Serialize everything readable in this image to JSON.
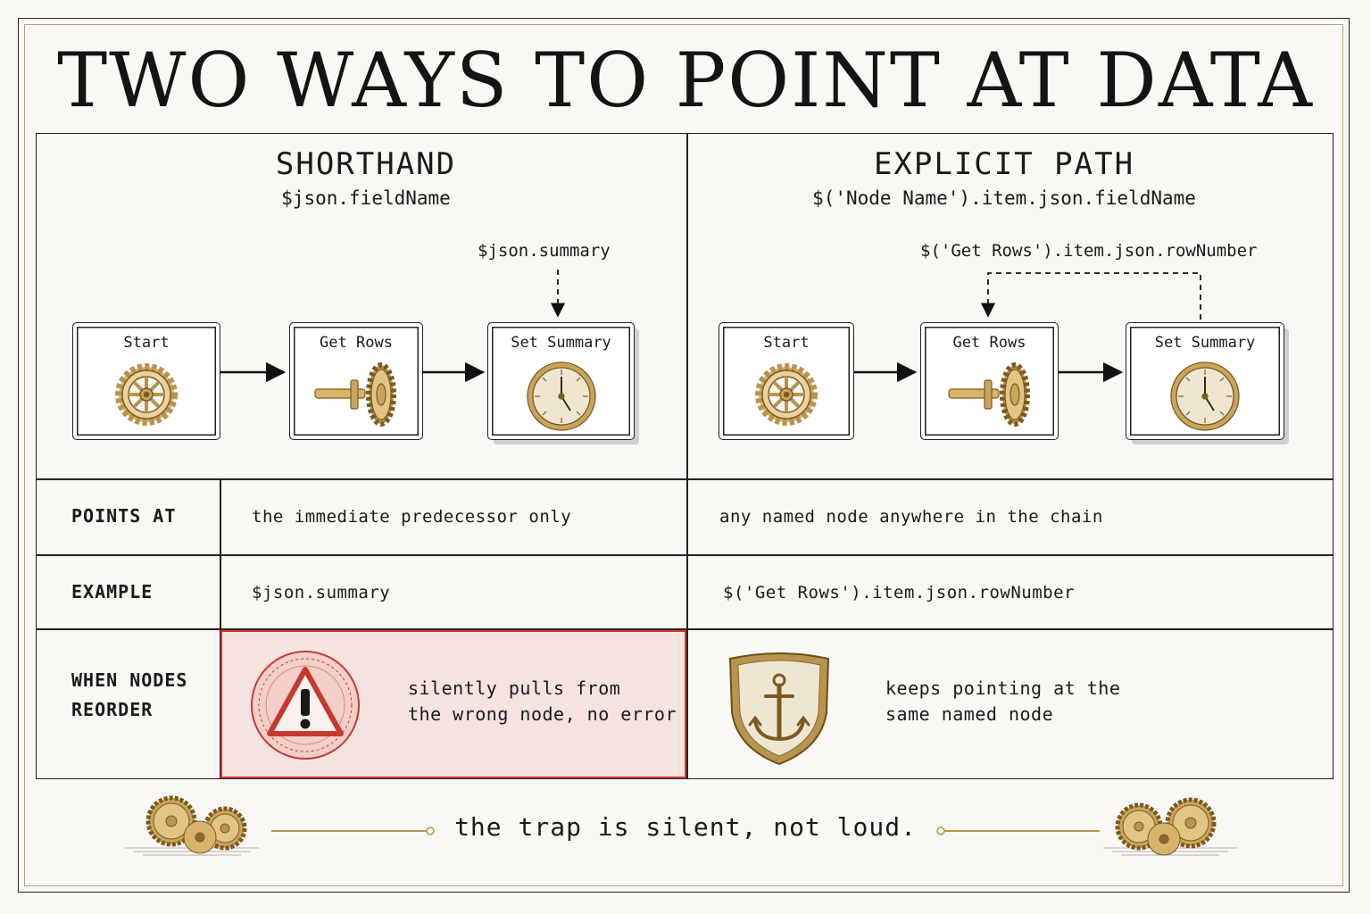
{
  "title": "TWO WAYS TO POINT AT DATA",
  "columns": {
    "left": {
      "heading": "SHORTHAND",
      "syntax": "$json.fieldName"
    },
    "right": {
      "heading": "EXPLICIT PATH",
      "syntax": "$('Node Name').item.json.fieldName"
    }
  },
  "flows": {
    "left": {
      "nodes": [
        {
          "label": "Start",
          "icon": "gear-icon"
        },
        {
          "label": "Get Rows",
          "icon": "gear-shaft-icon"
        },
        {
          "label": "Set Summary",
          "icon": "dial-icon"
        }
      ],
      "annotation": "$json.summary"
    },
    "right": {
      "nodes": [
        {
          "label": "Start",
          "icon": "gear-icon"
        },
        {
          "label": "Get Rows",
          "icon": "gear-shaft-icon"
        },
        {
          "label": "Set Summary",
          "icon": "dial-icon"
        }
      ],
      "annotation": "$('Get Rows').item.json.rowNumber"
    }
  },
  "rows": [
    {
      "label": "POINTS AT",
      "left": "the immediate predecessor only",
      "right": "any named node anywhere in the chain"
    },
    {
      "label": "EXAMPLE",
      "left": "$json.summary",
      "right": "$('Get Rows').item.json.rowNumber"
    },
    {
      "label_lines": [
        "WHEN NODES",
        "REORDER"
      ],
      "left_lines": [
        "silently pulls from",
        "the wrong node, no error"
      ],
      "left_icon": "warning-icon",
      "right_lines": [
        "keeps pointing at the",
        "same named node"
      ],
      "right_icon": "anchor-shield-icon"
    }
  ],
  "footer": "the trap is silent, not loud.",
  "colors": {
    "warning": "#c53a2e",
    "warning_bg": "#f6e3e0",
    "brass": "#b8944f",
    "ink": "#1a1a1a"
  }
}
